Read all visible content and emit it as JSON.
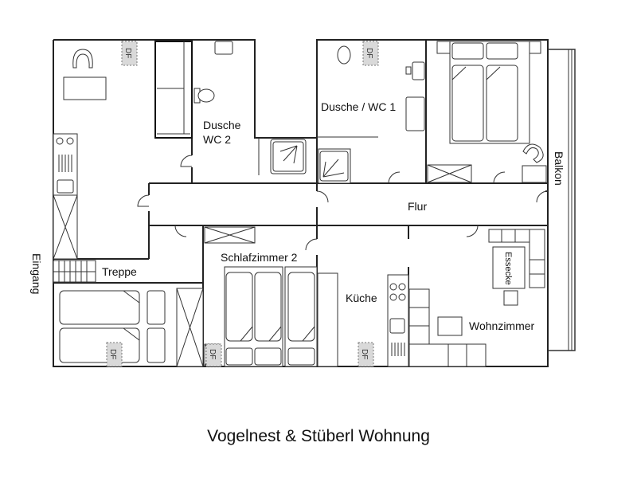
{
  "title": "Vogelnest & Stüberl Wohnung",
  "rooms": {
    "dusche_wc2_line1": "Dusche",
    "dusche_wc2_line2": "WC 2",
    "dusche_wc1": "Dusche / WC 1",
    "flur": "Flur",
    "balkon": "Balkon",
    "eingang": "Eingang",
    "treppe": "Treppe",
    "schlafzimmer2": "Schlafzimmer 2",
    "kueche": "Küche",
    "wohnzimmer": "Wohnzimmer",
    "essecke": "Essecke"
  },
  "df_label": "DF"
}
